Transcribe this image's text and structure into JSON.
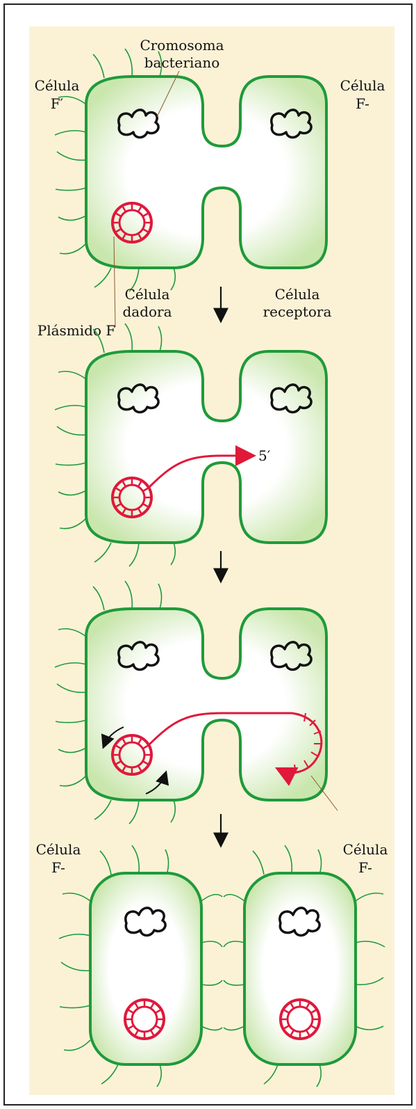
{
  "colors": {
    "panel_bg": "#fbf2d6",
    "membrane": "#1f9a3a",
    "cytoplasm_edge": "#cfe8b4",
    "cytoplasm_center": "#ffffff",
    "plasmid": "#e0183a",
    "chromosome": "#111111",
    "arrow": "#111111"
  },
  "labels": {
    "cromosoma_l1": "Cromosoma",
    "cromosoma_l2": "bacteriano",
    "celula_fprime_l1": "Célula",
    "celula_fprime_l2": "F′",
    "celula_fminus_top_l1": "Célula",
    "celula_fminus_top_l2": "F-",
    "celula_dadora_l1": "Célula",
    "celula_dadora_l2": "dadora",
    "celula_receptora_l1": "Célula",
    "celula_receptora_l2": "receptora",
    "plasmido_f": "Plásmido F",
    "five_prime": "5′",
    "celula_fminus_left_l1": "Célula",
    "celula_fminus_left_l2": "F-",
    "celula_fminus_right_l1": "Célula",
    "celula_fminus_right_l2": "F-"
  },
  "icons": {
    "step_arrow": "down-arrow-icon",
    "plasmid": "plasmid-ring-icon",
    "chromosome": "chromosome-squiggle-icon"
  }
}
